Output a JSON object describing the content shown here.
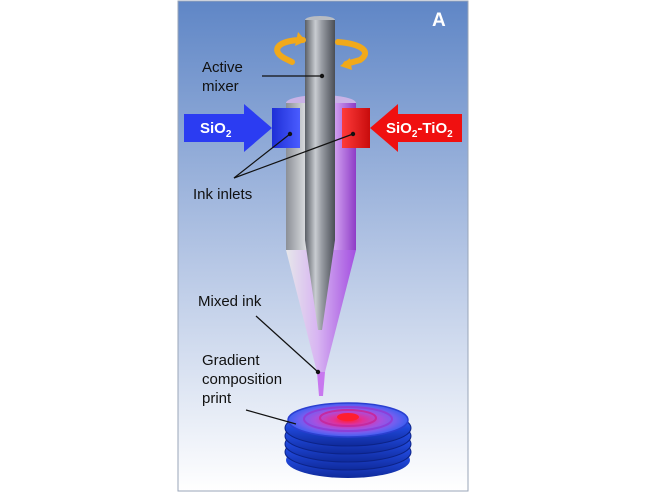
{
  "figure": {
    "panel_letter": "A",
    "labels": {
      "active_mixer_line1": "Active",
      "active_mixer_line2": "mixer",
      "ink_inlets": "Ink inlets",
      "mixed_ink": "Mixed ink",
      "gradient_line1": "Gradient",
      "gradient_line2": "composition",
      "gradient_line3": "print"
    },
    "left_arrow": {
      "text_main": "SiO",
      "text_sub": "2"
    },
    "right_arrow": {
      "text_a": "SiO",
      "text_a_sub": "2",
      "text_b": "-TiO",
      "text_b_sub": "2"
    },
    "colors": {
      "background_top": "#5f86c6",
      "background_bottom": "#ffffff",
      "silica_blue": "#2b3cf2",
      "titania_red": "#f01010",
      "ink_purple": "#b15be0",
      "rotation_arrow": "#f1a91a"
    }
  }
}
